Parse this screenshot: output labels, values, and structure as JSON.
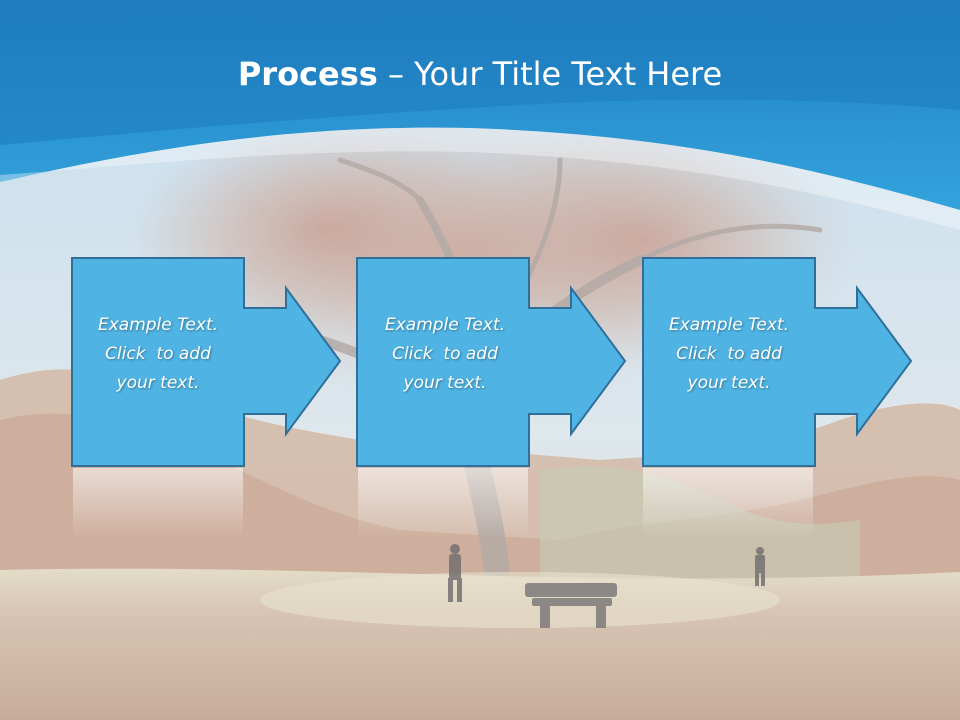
{
  "slide": {
    "title_bold": "Process",
    "title_dash": " – ",
    "title_rest": "Your Title Text Here"
  },
  "steps": [
    {
      "line1": "Example Text.",
      "line2": "Click  to add",
      "line3": "your text."
    },
    {
      "line1": "Example Text.",
      "line2": "Click  to add",
      "line3": "your text."
    },
    {
      "line1": "Example Text.",
      "line2": "Click  to add",
      "line3": "your text."
    }
  ],
  "colors": {
    "header_blue": "#2b95d2",
    "box_fill": "#4fb3e3",
    "box_border": "#2f6f9a"
  }
}
